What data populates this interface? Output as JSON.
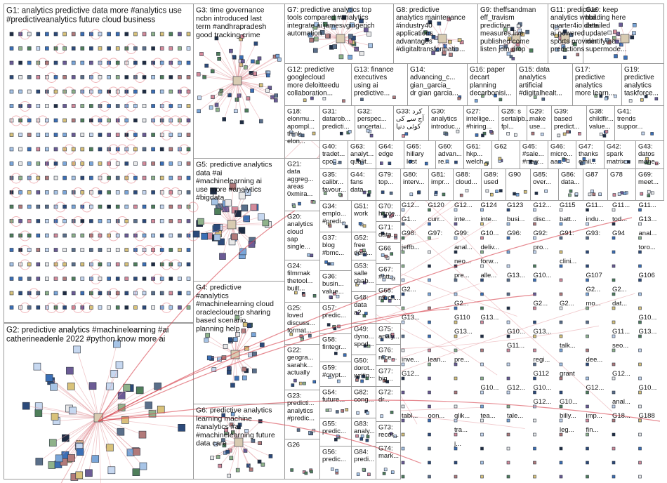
{
  "groups": [
    {
      "id": "G1",
      "lines": [
        "G1: analytics predictive data more #analytics use",
        "#predictiveanalytics future cloud business"
      ]
    },
    {
      "id": "G2",
      "lines": [
        "G2: predictive analytics #machinelearning #ai",
        "catherineadenle 2022 #python know more ai"
      ]
    },
    {
      "id": "G3",
      "lines": [
        "G3: time governance",
        "ncbn introduced last",
        "term #andhrapradesh",
        "good tracking crime"
      ]
    },
    {
      "id": "G5",
      "lines": [
        "G5: predictive analytics",
        "data #ai",
        "#machinelearning ai",
        "use more #analytics",
        "#bigdata"
      ]
    },
    {
      "id": "G4",
      "lines": [
        "G4: predictive",
        "#analytics",
        "#machinelearning cloud",
        "oracleclouderp sharing",
        "based scenario",
        "planning help"
      ]
    },
    {
      "id": "G6",
      "lines": [
        "G6: predictive analytics",
        "learning machine",
        "#analytics #ai",
        "#machinelearning future",
        "data care"
      ]
    },
    {
      "id": "G7",
      "lines": [
        "G7: predictive analytics top",
        "tools compared #analytics",
        "integrate ai jamesvgingerich",
        "automation"
      ]
    },
    {
      "id": "G8",
      "lines": [
        "G8: predictive",
        "analytics maintenance",
        "#industry40",
        "applications",
        "advantages",
        "#digitaltransformatio..."
      ]
    },
    {
      "id": "G9",
      "lines": [
        "G9: theffsandman",
        "eff_travism",
        "predictive",
        "measures live",
        "published come",
        "listen join drop"
      ]
    },
    {
      "id": "G11",
      "lines": [
        "G11: predictive",
        "analytics wnba",
        "quarter4io data",
        "ai powered",
        "sports provider",
        "predictions"
      ]
    },
    {
      "id": "G10",
      "lines": [
        "G10: keep",
        "building here",
        "detailed",
        "update",
        "mintifyme",
        "supermode..."
      ]
    },
    {
      "id": "G12",
      "lines": [
        "G12: predictive",
        "googlecloud",
        "more deloitteedu",
        "collaboration..."
      ]
    },
    {
      "id": "G13",
      "lines": [
        "G13: finance",
        "executives",
        "using ai",
        "predictive..."
      ]
    },
    {
      "id": "G14",
      "lines": [
        "G14:",
        "advancing_c...",
        "gian_garcia_",
        "dr gian garcia..."
      ]
    },
    {
      "id": "G16",
      "lines": [
        "G16: paper",
        "decart",
        "planning",
        "decarbonisi..."
      ]
    },
    {
      "id": "G15",
      "lines": [
        "G15: data",
        "analytics",
        "artificial",
        "#digitalhealt..."
      ]
    },
    {
      "id": "G17",
      "lines": [
        "G17:",
        "predictive",
        "analytics",
        "more learn..."
      ]
    },
    {
      "id": "G19",
      "lines": [
        "G19:",
        "predictive",
        "analytics",
        "taskforce..."
      ]
    },
    {
      "id": "G18",
      "lines": [
        "G18:",
        "elonmu...",
        "apompl...",
        "think",
        "elon..."
      ]
    },
    {
      "id": "G31",
      "lines": [
        "G31:",
        "datarob...",
        "predicti..."
      ]
    },
    {
      "id": "G32",
      "lines": [
        "G32:",
        "perspec...",
        "uncertai..."
      ]
    },
    {
      "id": "G33",
      "lines": [
        "G33: کرد",
        "آج سے کی",
        "کوئی دنیا"
      ]
    },
    {
      "id": "G30",
      "lines": [
        "G30:",
        "analytics",
        "introduc..."
      ]
    },
    {
      "id": "G27",
      "lines": [
        "G27:",
        "intellige...",
        "#hiring..."
      ]
    },
    {
      "id": "G28",
      "lines": [
        "G28: s",
        "sertalpb...",
        "fpl..."
      ]
    },
    {
      "id": "G29",
      "lines": [
        "G29:",
        "make",
        "use..."
      ]
    },
    {
      "id": "G39",
      "lines": [
        "G39:",
        "based",
        "predict..."
      ]
    },
    {
      "id": "G38",
      "lines": [
        "G38:",
        "childfir...",
        "value..."
      ]
    },
    {
      "id": "G41",
      "lines": [
        "G41:",
        "trends",
        "suppor..."
      ]
    },
    {
      "id": "G21",
      "lines": [
        "G21:",
        "data",
        "aggreg...",
        "areas",
        "0xmira..."
      ]
    },
    {
      "id": "G40",
      "lines": [
        "G40:",
        "tradet...",
        "cpo..."
      ]
    },
    {
      "id": "G63",
      "lines": [
        "G63:",
        "analyt...",
        "qualit..."
      ]
    },
    {
      "id": "G64",
      "lines": [
        "G64:",
        "edge"
      ]
    },
    {
      "id": "G65",
      "lines": [
        "G65:",
        "hillary",
        "lost"
      ]
    },
    {
      "id": "G60",
      "lines": [
        "G60:",
        "advan...",
        "re..."
      ]
    },
    {
      "id": "G61",
      "lines": [
        "G61:",
        "hkp...",
        "welch..."
      ]
    },
    {
      "id": "G62",
      "lines": [
        "G62"
      ]
    },
    {
      "id": "G45",
      "lines": [
        "G45:",
        "#sale...",
        "#new..."
      ]
    },
    {
      "id": "G46",
      "lines": [
        "G46:",
        "micro...",
        "aa..."
      ]
    },
    {
      "id": "G47",
      "lines": [
        "G47:",
        "thanks",
        "emil..."
      ]
    },
    {
      "id": "G42",
      "lines": [
        "G42:",
        "spark",
        "matrix..."
      ]
    },
    {
      "id": "G43",
      "lines": [
        "G43:",
        "datos",
        "mane..."
      ]
    },
    {
      "id": "G35",
      "lines": [
        "G35:",
        "calibr...",
        "favour..."
      ]
    },
    {
      "id": "G44",
      "lines": [
        "G44:",
        "fans",
        "data..."
      ]
    },
    {
      "id": "G79",
      "lines": [
        "G79:",
        "top..."
      ]
    },
    {
      "id": "G80",
      "lines": [
        "G80:",
        "interv..."
      ]
    },
    {
      "id": "G81",
      "lines": [
        "G81:",
        "impr..."
      ]
    },
    {
      "id": "G88",
      "lines": [
        "G88:",
        "cloud..."
      ]
    },
    {
      "id": "G89",
      "lines": [
        "G89:",
        "used"
      ]
    },
    {
      "id": "G90",
      "lines": [
        "G90"
      ]
    },
    {
      "id": "G85",
      "lines": [
        "G85:",
        "over..."
      ]
    },
    {
      "id": "G86",
      "lines": [
        "G86:",
        "data..."
      ]
    },
    {
      "id": "G87",
      "lines": [
        "G87"
      ]
    },
    {
      "id": "G78",
      "lines": [
        "G78"
      ]
    },
    {
      "id": "G69",
      "lines": [
        "G69:",
        "meet..."
      ]
    },
    {
      "id": "G34",
      "lines": [
        "G34:",
        "emplo...",
        "#predi..."
      ]
    },
    {
      "id": "G51",
      "lines": [
        "G51:",
        "work"
      ]
    },
    {
      "id": "G70",
      "lines": [
        "G70:",
        "hspte..."
      ]
    },
    {
      "id": "G20",
      "lines": [
        "G20:",
        "analytics",
        "cloud",
        "sap",
        "single..."
      ]
    },
    {
      "id": "G71",
      "lines": [
        "G71:",
        "data..."
      ]
    },
    {
      "id": "G52",
      "lines": [
        "G52:",
        "free",
        "dem..."
      ]
    },
    {
      "id": "G37",
      "lines": [
        "G37:",
        "blog",
        "#bmc..."
      ]
    },
    {
      "id": "G66",
      "lines": [
        "G66"
      ]
    },
    {
      "id": "G24",
      "lines": [
        "G24:",
        "filmmak",
        "thetool...",
        "built..."
      ]
    },
    {
      "id": "G36",
      "lines": [
        "G36:",
        "busin...",
        "value..."
      ]
    },
    {
      "id": "G53",
      "lines": [
        "G53:",
        "salle",
        "chab..."
      ]
    },
    {
      "id": "G67",
      "lines": [
        "G67:",
        "#ntt..."
      ]
    },
    {
      "id": "G25",
      "lines": [
        "G25:",
        "loved",
        "discuss...",
        "format..."
      ]
    },
    {
      "id": "G57",
      "lines": [
        "G57:",
        "predic..."
      ]
    },
    {
      "id": "G48",
      "lines": [
        "G48:",
        "data",
        "a2..."
      ]
    },
    {
      "id": "G68",
      "lines": [
        "G68:",
        "much..."
      ]
    },
    {
      "id": "G75",
      "lines": [
        "G75:",
        "analy..."
      ]
    },
    {
      "id": "G58",
      "lines": [
        "G58:",
        "fintegr..."
      ]
    },
    {
      "id": "G49",
      "lines": [
        "G49:",
        "dyno...",
        "spod..."
      ]
    },
    {
      "id": "G76",
      "lines": [
        "G76:",
        "rece..."
      ]
    },
    {
      "id": "G22",
      "lines": [
        "G22:",
        "geogra...",
        "sarahk...",
        "actually"
      ]
    },
    {
      "id": "G59",
      "lines": [
        "G59:",
        "#crypt..."
      ]
    },
    {
      "id": "G50",
      "lines": [
        "G50:",
        "dorot...",
        "writin..."
      ]
    },
    {
      "id": "G77",
      "lines": [
        "G77:",
        "big..."
      ]
    },
    {
      "id": "G23",
      "lines": [
        "G23:",
        "predicti...",
        "analytics",
        "#predic..."
      ]
    },
    {
      "id": "G54",
      "lines": [
        "G54:",
        "future..."
      ]
    },
    {
      "id": "G82",
      "lines": [
        "G82:",
        "cong..."
      ]
    },
    {
      "id": "G72",
      "lines": [
        "G72:",
        "dr..."
      ]
    },
    {
      "id": "G55",
      "lines": [
        "G55:",
        "predic..."
      ]
    },
    {
      "id": "G83",
      "lines": [
        "G83:",
        "analy..."
      ]
    },
    {
      "id": "G73",
      "lines": [
        "G73:",
        "recor..."
      ]
    },
    {
      "id": "G26",
      "lines": [
        "G26"
      ]
    },
    {
      "id": "G56",
      "lines": [
        "G56:",
        "predic..."
      ]
    },
    {
      "id": "G84",
      "lines": [
        "G84:",
        "predi..."
      ]
    },
    {
      "id": "G74",
      "lines": [
        "G74:",
        "mark..."
      ]
    }
  ],
  "grid_labels": [
    "G12...",
    "G120",
    "G12...",
    "G124",
    "G123",
    "G12...",
    "G115",
    "G11...",
    "G11...",
    "G11...",
    "G1...",
    "curr...",
    "inte...",
    "inte...",
    "busi...",
    "disc...",
    "batt...",
    "indu...",
    "tod...",
    "G13...",
    "G98:",
    "G97:",
    "G99:",
    "G10...",
    "G96:",
    "G92:",
    "G91:",
    "G93:",
    "G94",
    "anal...",
    "jeffb...",
    "anal...",
    "deliv...",
    "pro...",
    "toro...",
    "neo...",
    "forw...",
    "clini...",
    "pre...",
    "alle...",
    "G13...",
    "G10...",
    "G107",
    "G106",
    "G2...",
    "G2...",
    "G2...",
    "G2...",
    "G2...",
    "G2...",
    "mo...",
    "dat...",
    "G13...",
    "G110",
    "G13...",
    "G10...",
    "G13...",
    "G10...",
    "G13...",
    "G11...",
    "G13...",
    "G11...",
    "talk...",
    "seo...",
    "inve...",
    "lean...",
    "pre...",
    "regi...",
    "dee...",
    "G12...",
    "G112",
    "grant",
    "G12...",
    "G10...",
    "G12...",
    "G10...",
    "G12...",
    "G10...",
    "G12...",
    "G10...",
    "anal...",
    "tabl...",
    "oon...",
    "qlik...",
    "tea...",
    "tale...",
    "billy...",
    "imp...",
    "G18...",
    "G188",
    "tra...",
    "leg...",
    "fin...",
    "j..."
  ],
  "colors": {
    "panel_border": "#9a9a9a",
    "edge": "#e39aa0",
    "edge_strong": "#d94a55",
    "node_outline": "#2a3340",
    "label_text": "#111111"
  }
}
